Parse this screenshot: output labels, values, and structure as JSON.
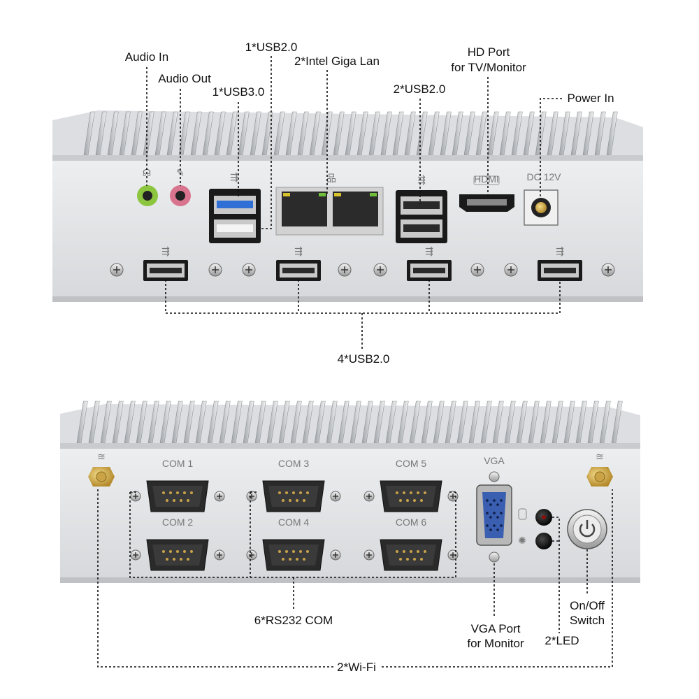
{
  "top_panel": {
    "labels": {
      "audio_in": "Audio In",
      "audio_out": "Audio Out",
      "usb30": "1*USB3.0",
      "usb20_single": "1*USB2.0",
      "lan": "2*Intel Giga Lan",
      "usb20_dual": "2*USB2.0",
      "hd_port_line1": "HD Port",
      "hd_port_line2": "for TV/Monitor",
      "power_in": "Power In",
      "usb20_front": "4*USB2.0"
    },
    "panel_print": {
      "dc": "DC 12V",
      "hdmi": "HDMI"
    }
  },
  "bottom_panel": {
    "com_ports": [
      "COM 1",
      "COM 3",
      "COM 5",
      "COM 2",
      "COM 4",
      "COM 6"
    ],
    "panel_print": {
      "vga": "VGA"
    },
    "labels": {
      "rs232": "6*RS232 COM",
      "vga_line1": "VGA Port",
      "vga_line2": "for Monitor",
      "led": "2*LED",
      "switch_line1": "On/Off",
      "switch_line2": "Switch",
      "wifi": "2*Wi-Fi"
    }
  },
  "colors": {
    "chassis": "#e2e3e6",
    "usb3_blue": "#2f6fd6",
    "audio_in": "#8cc63e",
    "audio_out": "#d9748e"
  }
}
